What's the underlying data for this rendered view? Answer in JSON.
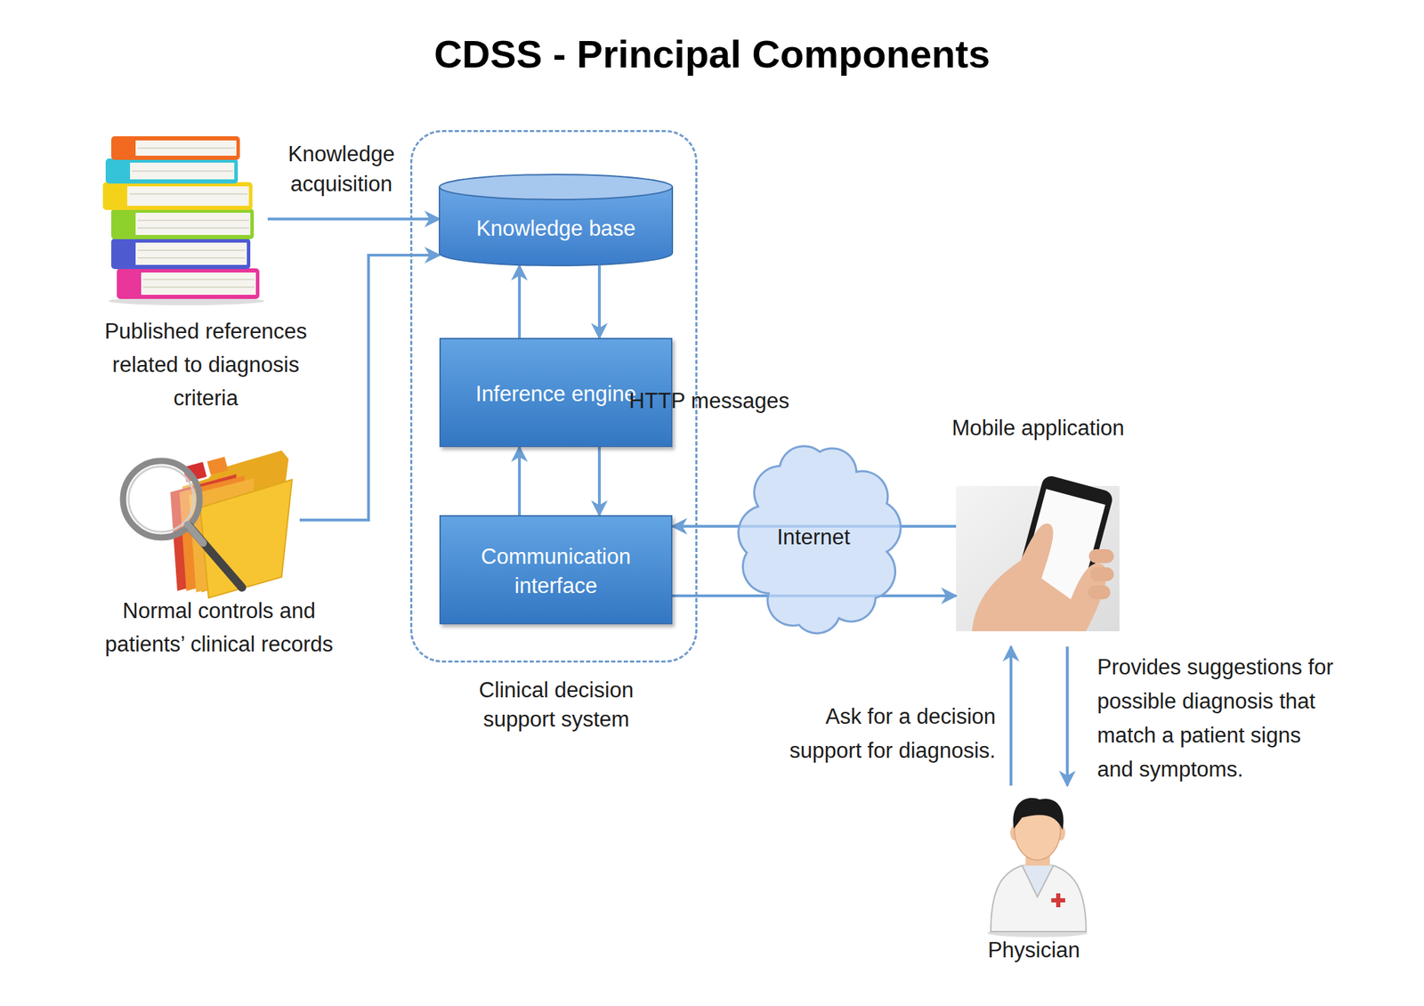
{
  "diagram": {
    "title": "CDSS - Principal Components",
    "nodes": [
      {
        "text": [
          "Published references related to diagnosis criteria"
        ]
      },
      {
        "text": [
          "Clinical decision support system"
        ]
      },
      {
        "text": [
          "Knowledge base"
        ],
        "in": 1
      },
      {
        "text": [
          "Inference engine"
        ],
        "in": 1
      },
      {
        "text": [
          "Communication interface"
        ],
        "in": 1
      },
      {
        "text": [
          "Normal controls and patients’ clinical records"
        ]
      },
      {
        "text": [
          "Internet"
        ]
      },
      {
        "text": [
          "Mobile application"
        ]
      },
      {
        "text": [
          "Physician"
        ]
      }
    ],
    "edges": [
      {
        "from": 0,
        "to": 2,
        "label": "Knowledge acquisition",
        "arrow": "to"
      },
      {
        "from": 5,
        "to": 2,
        "arrow": "to"
      },
      {
        "from": 2,
        "to": 3,
        "arrow": "to"
      },
      {
        "from": 3,
        "to": 2,
        "arrow": "to"
      },
      {
        "from": 3,
        "to": 4,
        "arrow": "to"
      },
      {
        "from": 4,
        "to": 3,
        "arrow": "to"
      },
      {
        "from": 7,
        "to": 4,
        "arrow": "to"
      },
      {
        "from": 4,
        "to": 7,
        "arrow": "to"
      },
      {
        "from": 8,
        "to": 7,
        "label": "Ask for a decision support for diagnosis.",
        "arrow": "to"
      },
      {
        "from": 7,
        "to": 8,
        "label": "Provides suggestions for possible diagnosis that match a patient signs and symptoms.",
        "arrow": "to"
      }
    ],
    "labels": [
      "HTTP messages"
    ]
  }
}
